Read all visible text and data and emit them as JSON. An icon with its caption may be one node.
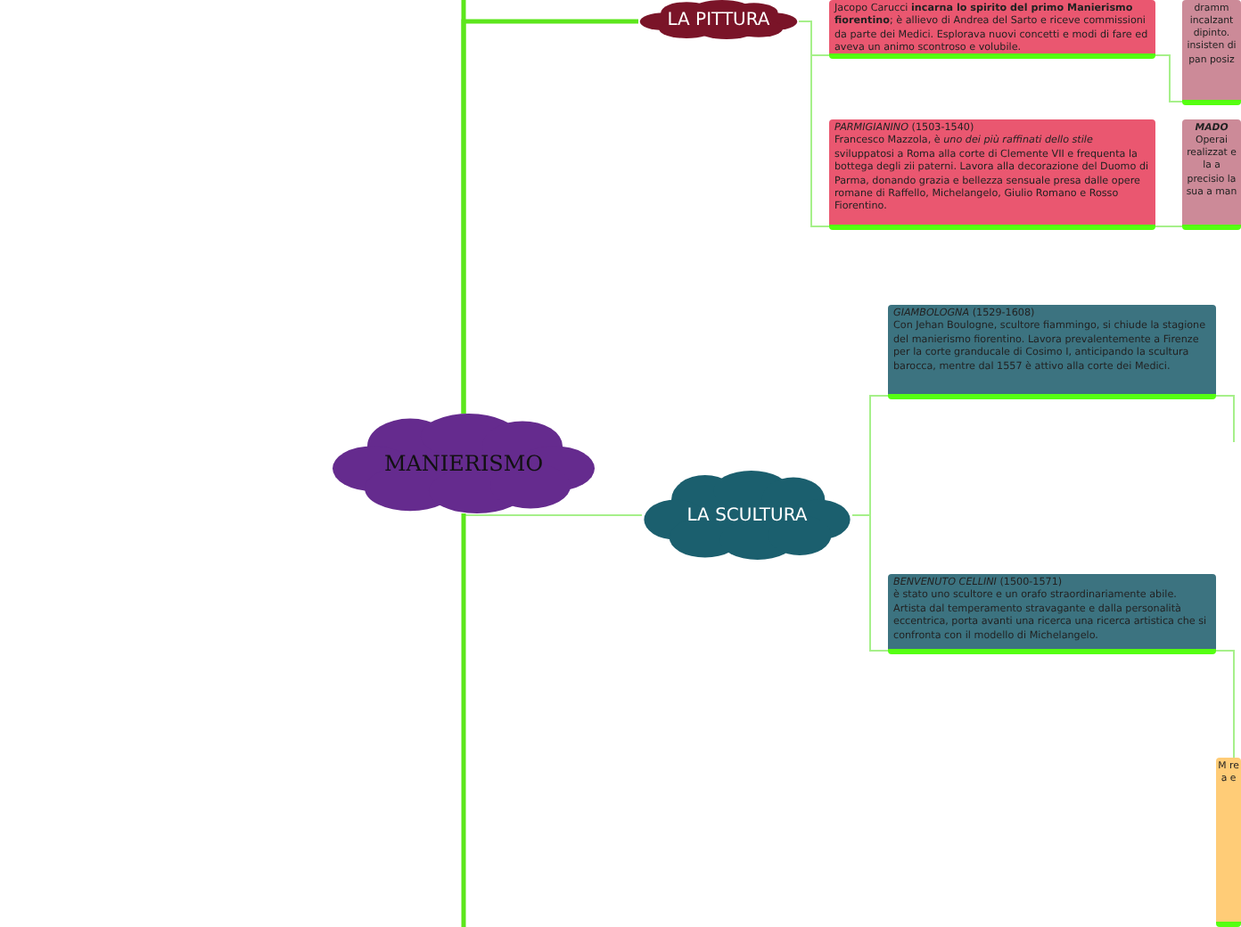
{
  "diagram": {
    "nodes": [
      {
        "text": [
          "MANIERISMO"
        ]
      },
      {
        "text": [
          "LA PITTURA"
        ]
      },
      {
        "text": [
          "Jacopo Carucci **incarna lo spirito del primo Manierismo fiorentino**; è allievo di Andrea del Sarto e riceve commissioni da parte dei Medici. Esplorava nuovi concetti e modi di fare ed aveva un animo scontroso e volubile."
        ]
      },
      {
        "text": [
          "dramm incalzant dipinto. insisten di pan posiz"
        ]
      },
      {
        "text": [
          "*PARMIGIANINO* (1503-1540)",
          "Francesco Mazzola, è *uno dei più raffinati dello stile* sviluppatosi a Roma alla corte di Clemente VII e frequenta la bottega degli zii paterni. Lavora alla decorazione del Duomo di Parma, donando grazia e bellezza sensuale presa dalle opere romane di Raffello, Michelangelo, Giulio Romano e Rosso Fiorentino."
        ]
      },
      {
        "text": [
          "MADO",
          "Operai realizzat e la a precisio la sua a man"
        ]
      },
      {
        "text": [
          "LA SCULTURA"
        ]
      },
      {
        "text": [
          "*GIAMBOLOGNA* (1529-1608)",
          "Con Jehan Boulogne, scultore fiammingo, si chiude la stagione del manierismo fiorentino. Lavora prevalentemente a Firenze per la corte granducale di Cosimo I, anticipando la scultura barocca, mentre dal 1557 è attivo alla corte dei Medici."
        ]
      },
      {
        "text": [
          "*BENVENUTO CELLINI* (1500-1571)",
          "è stato uno scultore e un orafo straordinariamente abile. Artista dal temperamento stravagante e dalla personalità eccentrica, porta avanti una ricerca una ricerca artistica che si confronta con il modello di Michelangelo."
        ]
      },
      {
        "text": [
          "M re a e"
        ]
      }
    ],
    "edges": [
      {
        "from": 0,
        "to": 1,
        "arrow": "none",
        "style": "thick",
        "color": "#5ce61c"
      },
      {
        "from": 0,
        "to": 6,
        "arrow": "none"
      },
      {
        "from": 0,
        "to": null,
        "arrow": "none",
        "style": "thick",
        "color": "#5ce61c"
      },
      {
        "from": 0,
        "to": null,
        "arrow": "none",
        "style": "thick",
        "color": "#5ce61c"
      },
      {
        "from": 1,
        "to": 2,
        "arrow": "none"
      },
      {
        "from": 1,
        "to": 4,
        "arrow": "none"
      },
      {
        "from": 2,
        "to": 3,
        "arrow": "none"
      },
      {
        "from": 4,
        "to": 5,
        "arrow": "none"
      },
      {
        "from": 6,
        "to": 7,
        "arrow": "none"
      },
      {
        "from": 6,
        "to": 8,
        "arrow": "none"
      },
      {
        "from": 7,
        "to": null,
        "arrow": "none"
      },
      {
        "from": 8,
        "to": 9,
        "arrow": "none"
      }
    ]
  }
}
